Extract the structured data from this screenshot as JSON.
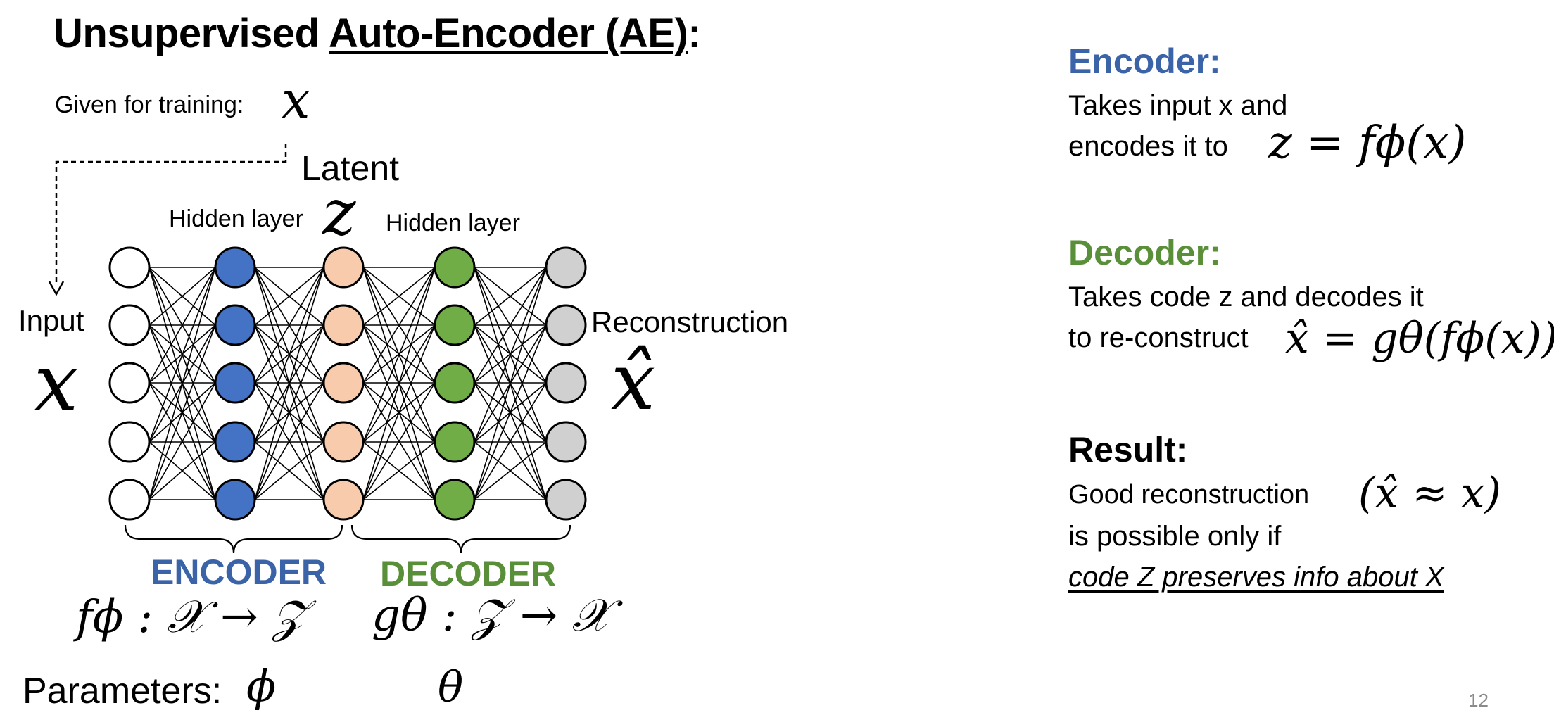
{
  "slide": {
    "title_part1": "Unsupervised ",
    "title_part2": "Auto-Encoder (AE)",
    "title_part3": ":",
    "given_label": "Given for training:",
    "given_symbol": "x",
    "latent_label": "Latent",
    "latent_symbol": "z",
    "hidden_layer_1": "Hidden layer",
    "hidden_layer_2": "Hidden layer",
    "input_label": "Input",
    "input_symbol": "x",
    "reconstruction_label": "Reconstruction",
    "reconstruction_symbol": "x̂",
    "encoder_word": "ENCODER",
    "decoder_word": "DECODER",
    "encoder_function": "fϕ : 𝒳 → 𝒵",
    "decoder_function": "gθ : 𝒵 → 𝒳",
    "parameters_label": "Parameters:",
    "phi_symbol": "ϕ",
    "theta_symbol": "θ",
    "page_number": "12"
  },
  "right_panel": {
    "encoder_heading": "Encoder:",
    "encoder_line1": "Takes input x and",
    "encoder_line2": "encodes it to",
    "encoder_formula": "z = fϕ(x)",
    "decoder_heading": "Decoder:",
    "decoder_line1": "Takes code z and decodes it",
    "decoder_line2": "to re-construct",
    "decoder_formula": "x̂ = gθ(fϕ(x))",
    "result_heading": "Result:",
    "result_line1": "Good reconstruction",
    "result_formula": "(x̂ ≈ x)",
    "result_line2": "is possible only if",
    "result_line3": "code Z preserves info about X"
  },
  "network": {
    "layers": [
      {
        "name": "input",
        "color": "#ffffff"
      },
      {
        "name": "hidden-encoder",
        "color": "#4472c4"
      },
      {
        "name": "latent",
        "color": "#f8cbad"
      },
      {
        "name": "hidden-decoder",
        "color": "#70ad47"
      },
      {
        "name": "output",
        "color": "#d0d0d0"
      }
    ],
    "nodes_per_layer": 5,
    "connectivity": "fully-connected"
  },
  "colors": {
    "encoder_blue": "#3a63a8",
    "decoder_green": "#5a8f39"
  }
}
